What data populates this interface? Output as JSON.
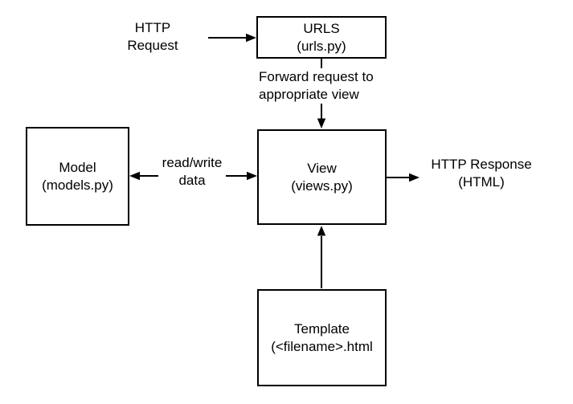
{
  "colors": {
    "background": "#ffffff",
    "line": "#000000",
    "box_border": "#000000",
    "box_fill": "#ffffff",
    "text": "#000000"
  },
  "nodes": {
    "urls": {
      "title": "URLS",
      "subtitle": "(urls.py)"
    },
    "model": {
      "title": "Model",
      "subtitle": "(models.py)"
    },
    "view": {
      "title": "View",
      "subtitle": "(views.py)"
    },
    "template": {
      "title": "Template",
      "subtitle": "(<filename>.html"
    }
  },
  "labels": {
    "http_request": {
      "line1": "HTTP",
      "line2": "Request"
    },
    "forward_request": {
      "line1": "Forward request to",
      "line2": "appropriate view"
    },
    "read_write": {
      "line1": "read/write",
      "line2": "data"
    },
    "http_response": {
      "line1": "HTTP Response",
      "line2": "(HTML)"
    }
  }
}
